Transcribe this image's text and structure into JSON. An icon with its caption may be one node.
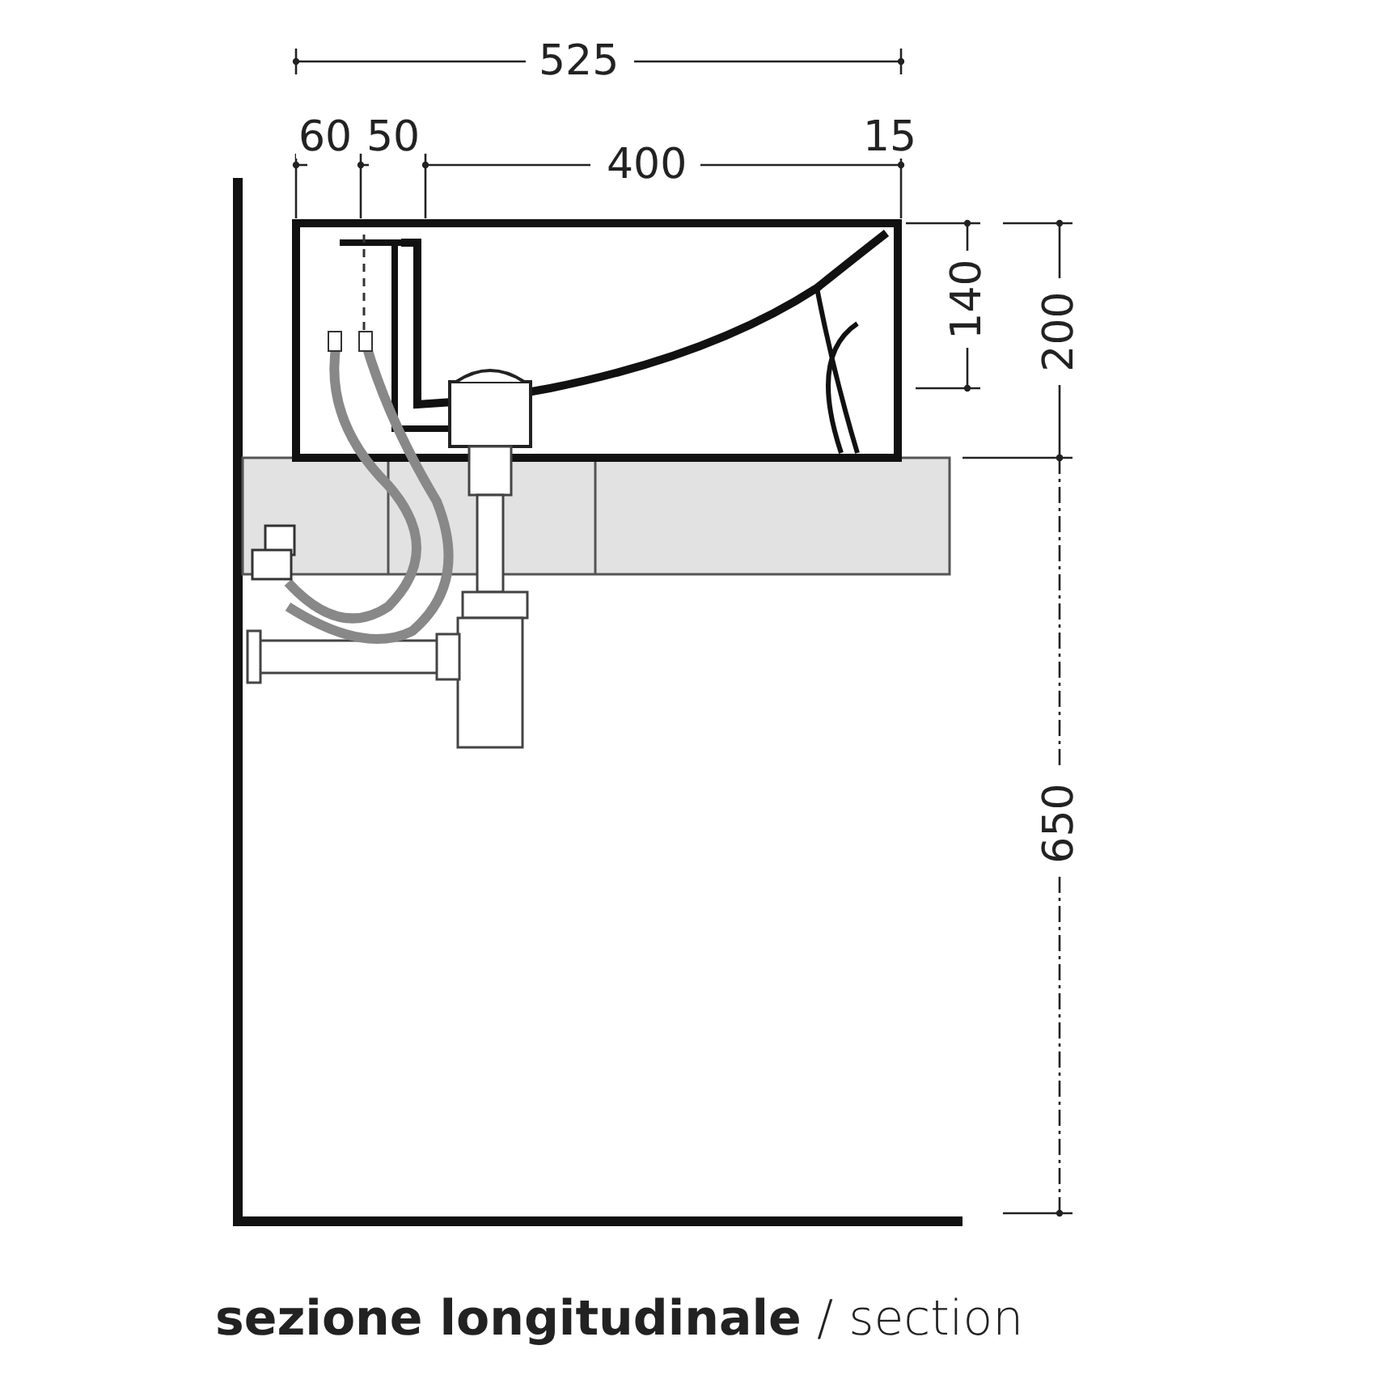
{
  "diagram": {
    "caption": "**sezione longitudinale** / section",
    "labels": [
      "525",
      "60",
      "50",
      "400",
      "15",
      "140",
      "200",
      "650"
    ]
  }
}
